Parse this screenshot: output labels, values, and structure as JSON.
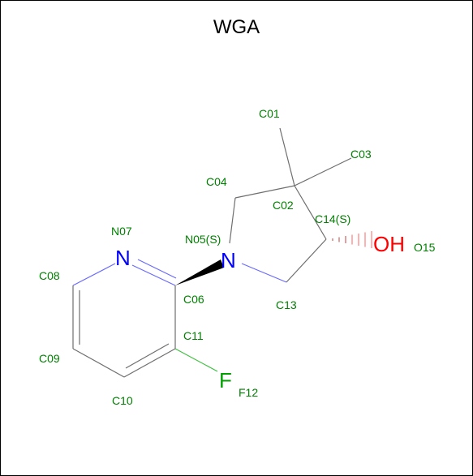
{
  "title": "WGA",
  "atoms": {
    "N_ring": "N",
    "N_pyrrolidine": "N",
    "OH": "OH",
    "F": "F"
  },
  "labels": {
    "C01": "C01",
    "C02": "C02",
    "C03": "C03",
    "C04": "C04",
    "N05": "N05(S)",
    "C06": "C06",
    "N07": "N07",
    "C08": "C08",
    "C09": "C09",
    "C10": "C10",
    "C11": "C11",
    "F12": "F12",
    "C13": "C13",
    "C14": "C14(S)",
    "O15": "O15"
  },
  "colors": {
    "nitrogen": "#0000ff",
    "oxygen": "#ff0000",
    "fluorine": "#00a000",
    "label": "#008000",
    "bond": "#6e6e6e"
  }
}
